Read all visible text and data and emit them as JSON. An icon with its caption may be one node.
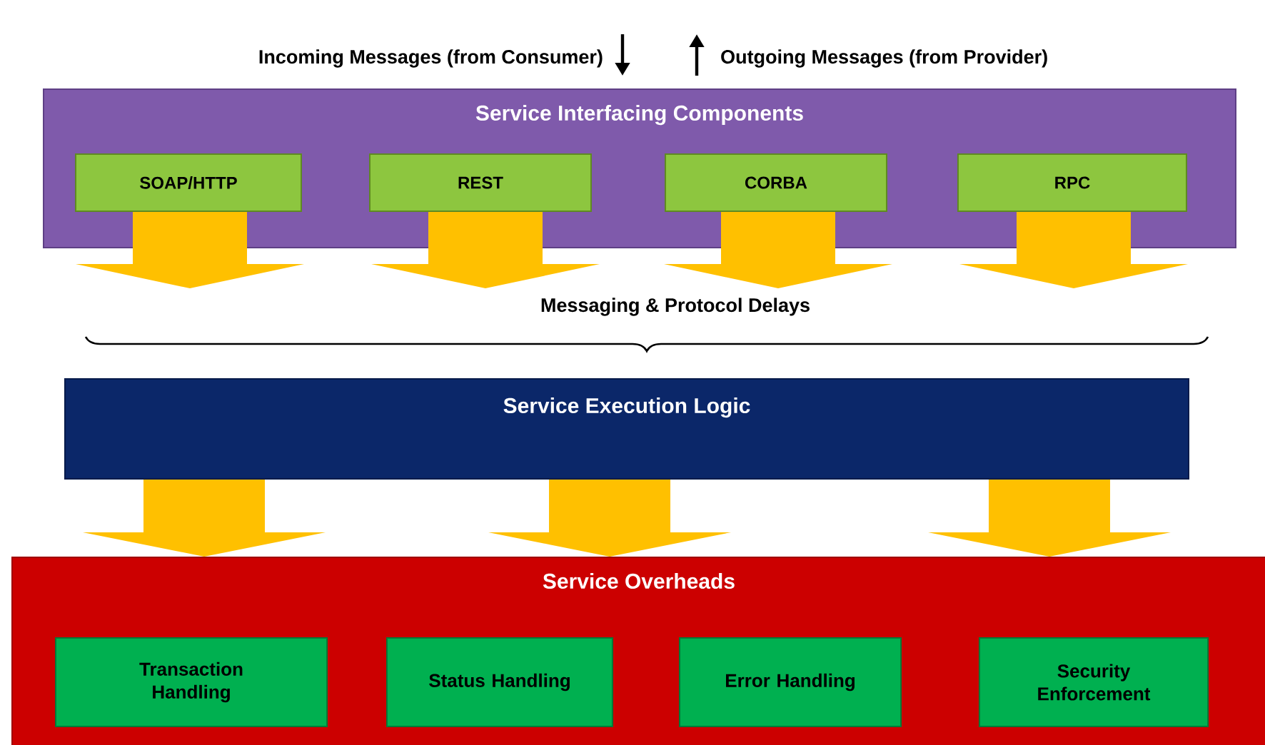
{
  "diagram": {
    "nodes": [
      {
        "text": [
          "Service Interfacing Components"
        ]
      },
      {
        "text": [
          "SOAP/HTTP"
        ],
        "in": 0
      },
      {
        "text": [
          "REST"
        ],
        "in": 0
      },
      {
        "text": [
          "CORBA"
        ],
        "in": 0
      },
      {
        "text": [
          "RPC"
        ],
        "in": 0
      },
      {
        "text": [
          "Service Execution Logic"
        ]
      },
      {
        "text": [
          "Service Overheads"
        ]
      },
      {
        "text": [
          "Transaction Handling"
        ],
        "in": 6
      },
      {
        "text": [
          "Status Handling"
        ],
        "in": 6
      },
      {
        "text": [
          "Error Handling"
        ],
        "in": 6
      },
      {
        "text": [
          "Security Enforcement"
        ],
        "in": 6
      }
    ],
    "edges": [
      {
        "from": 1,
        "to": null,
        "arrow": "to"
      },
      {
        "from": 2,
        "to": null,
        "arrow": "to"
      },
      {
        "from": 3,
        "to": null,
        "arrow": "to"
      },
      {
        "from": 4,
        "to": null,
        "arrow": "to"
      },
      {
        "from": 5,
        "to": 6,
        "arrow": "to"
      },
      {
        "from": 5,
        "to": 6,
        "arrow": "to"
      },
      {
        "from": 5,
        "to": 6,
        "arrow": "to"
      }
    ],
    "labels": [
      "Incoming Messages (from Consumer)",
      "Outgoing Messages (from Provider)",
      "Messaging & Protocol Delays"
    ]
  }
}
